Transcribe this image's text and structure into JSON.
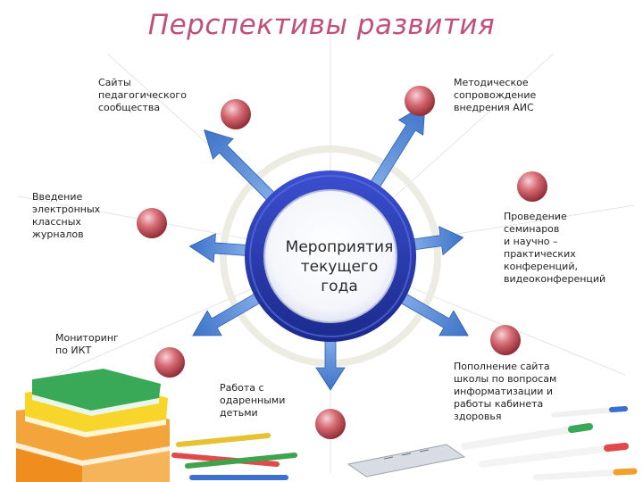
{
  "slide": {
    "title": "Перспективы развития",
    "center_label": "Мероприятия\n текущего\n    года"
  },
  "branches": [
    {
      "id": "sites",
      "label": "Сайты\nпедагогического\nсообщества"
    },
    {
      "id": "method",
      "label": "Методическое\nсопровождение\nвнедрения АИС"
    },
    {
      "id": "journals",
      "label": "Введение\nэлектронных\nклассных\nжурналов"
    },
    {
      "id": "seminars",
      "label": "Проведение\nсеминаров\nи научно –\nпрактических\nконференций,\nвидеоконференций"
    },
    {
      "id": "monitoring",
      "label": "Мониторинг\nпо ИКТ"
    },
    {
      "id": "gifted",
      "label": "Работа с\nодаренными\nдетьми"
    },
    {
      "id": "website",
      "label": "Пополнение сайта\nшколы по вопросам\nинформатизации и\nработы кабинета\nздоровья"
    }
  ],
  "colors": {
    "title": "#c0507a",
    "ring_blue": "#2d3fb3",
    "arrow_blue": "#4b86d6",
    "ball_red": "#c8555f"
  },
  "decor": {
    "books_icon": "books-stack-icon",
    "pencils_icon": "pencils-icon",
    "ruler_icon": "ruler-icon",
    "pens_icon": "pens-icon"
  }
}
